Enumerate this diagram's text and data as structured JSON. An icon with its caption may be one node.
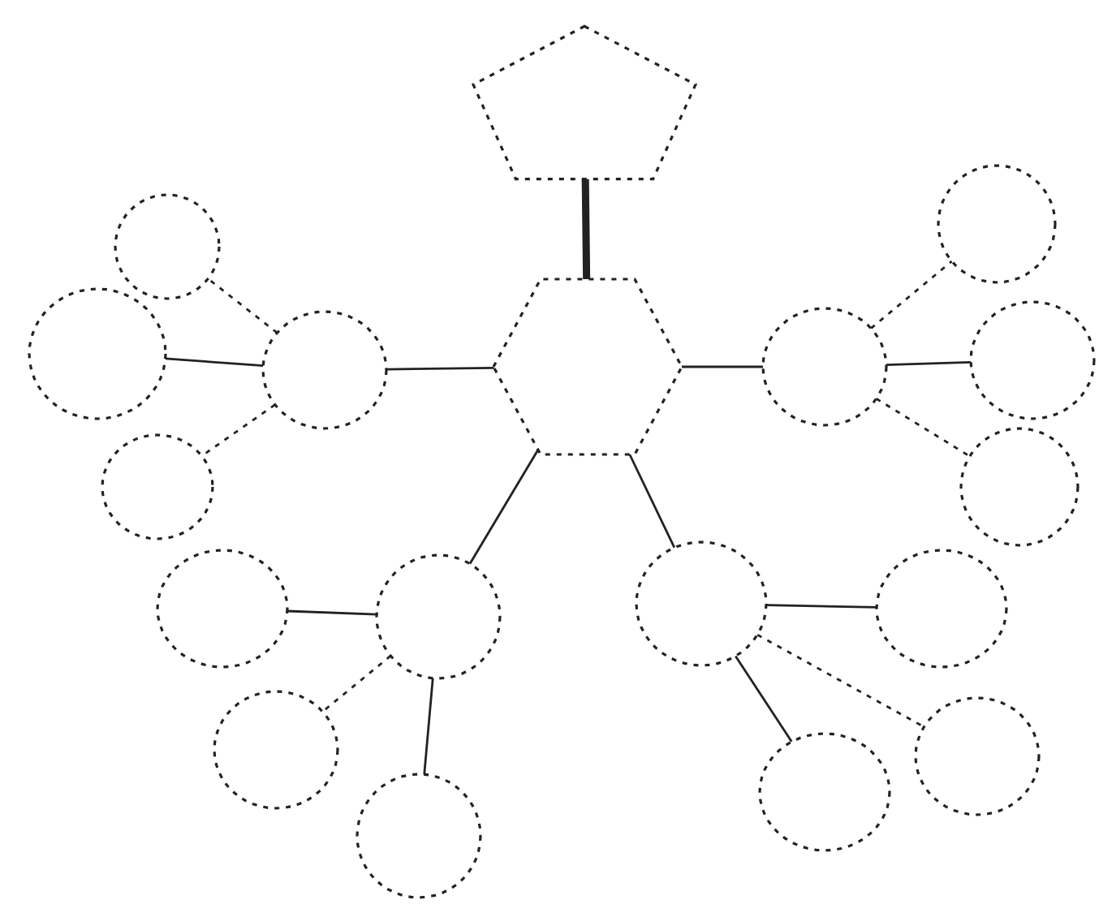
{
  "diagram": {
    "nodes": [
      {
        "text": [],
        "shape": "pentagon"
      },
      {
        "text": [],
        "shape": "hexagon"
      },
      {
        "text": [],
        "shape": "circle"
      },
      {
        "text": [],
        "shape": "circle"
      },
      {
        "text": [],
        "shape": "circle"
      },
      {
        "text": [],
        "shape": "circle"
      },
      {
        "text": [],
        "shape": "circle"
      },
      {
        "text": [],
        "shape": "circle"
      },
      {
        "text": [],
        "shape": "circle"
      },
      {
        "text": [],
        "shape": "circle"
      },
      {
        "text": [],
        "shape": "circle"
      },
      {
        "text": [],
        "shape": "circle"
      },
      {
        "text": [],
        "shape": "circle"
      },
      {
        "text": [],
        "shape": "circle"
      },
      {
        "text": [],
        "shape": "circle"
      },
      {
        "text": [],
        "shape": "circle"
      },
      {
        "text": [],
        "shape": "circle"
      },
      {
        "text": [],
        "shape": "circle"
      }
    ],
    "edges": [
      {
        "from": 0,
        "to": 1,
        "arrow": "none",
        "style": "thick"
      },
      {
        "from": 1,
        "to": 2,
        "arrow": "none"
      },
      {
        "from": 1,
        "to": 6,
        "arrow": "none"
      },
      {
        "from": 1,
        "to": 10,
        "arrow": "none"
      },
      {
        "from": 1,
        "to": 14,
        "arrow": "none"
      },
      {
        "from": 2,
        "to": 3,
        "arrow": "none",
        "style": "dashed"
      },
      {
        "from": 2,
        "to": 4,
        "arrow": "none"
      },
      {
        "from": 2,
        "to": 5,
        "arrow": "none",
        "style": "dashed"
      },
      {
        "from": 6,
        "to": 7,
        "arrow": "none",
        "style": "dashed"
      },
      {
        "from": 6,
        "to": 8,
        "arrow": "none"
      },
      {
        "from": 6,
        "to": 9,
        "arrow": "none",
        "style": "dashed"
      },
      {
        "from": 10,
        "to": 11,
        "arrow": "none"
      },
      {
        "from": 10,
        "to": 12,
        "arrow": "none",
        "style": "dashed"
      },
      {
        "from": 10,
        "to": 13,
        "arrow": "none"
      },
      {
        "from": 14,
        "to": 15,
        "arrow": "none"
      },
      {
        "from": 14,
        "to": 16,
        "arrow": "none",
        "style": "dashed"
      },
      {
        "from": 14,
        "to": 17,
        "arrow": "none"
      }
    ]
  }
}
